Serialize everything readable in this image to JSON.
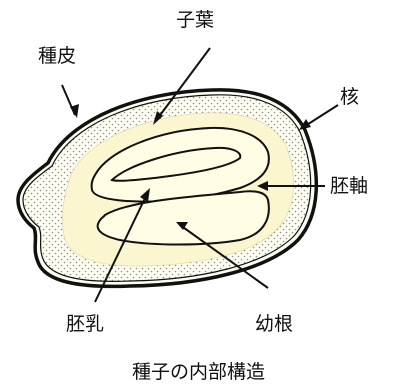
{
  "labels": {
    "shushi": "種皮",
    "shiyo": "子葉",
    "kaku": "核",
    "haijiku": "胚軸",
    "hainyu": "胚乳",
    "yokon": "幼根"
  },
  "caption": "種子の内部構造",
  "colors": {
    "outline": "#111111",
    "seed_fill": "#fdfdf2",
    "dots": "#8c8c8c",
    "endosperm": "#fbf6cf",
    "embryo": "#fffde3"
  }
}
